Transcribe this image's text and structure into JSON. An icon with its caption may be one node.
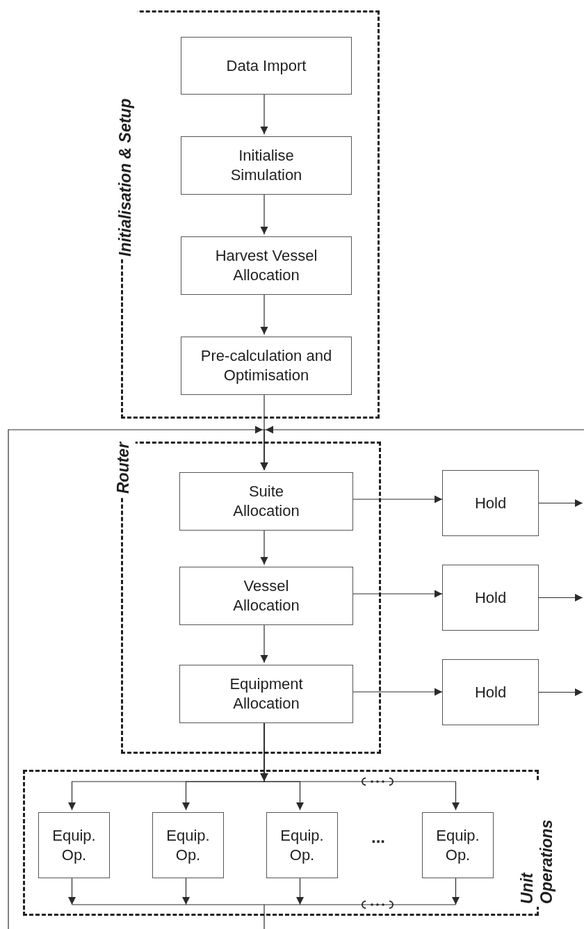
{
  "diagram": {
    "nodes": [
      {
        "text": [
          "Initialisation & Setup"
        ]
      },
      {
        "text": [
          "Data Import"
        ],
        "in": 0
      },
      {
        "text": [
          "Initialise Simulation"
        ],
        "in": 0
      },
      {
        "text": [
          "Harvest Vessel Allocation"
        ],
        "in": 0
      },
      {
        "text": [
          "Pre-calculation and Optimisation"
        ],
        "in": 0
      },
      {
        "text": [
          "Router"
        ]
      },
      {
        "text": [
          "Suite Allocation"
        ],
        "in": 5
      },
      {
        "text": [
          "Vessel Allocation"
        ],
        "in": 5
      },
      {
        "text": [
          "Equipment Allocation"
        ],
        "in": 5
      },
      {
        "text": [
          "Hold"
        ]
      },
      {
        "text": [
          "Hold"
        ]
      },
      {
        "text": [
          "Hold"
        ]
      },
      {
        "text": [
          "Unit Operations"
        ]
      },
      {
        "text": [
          "Equip. Op."
        ],
        "in": 12
      },
      {
        "text": [
          "Equip. Op."
        ],
        "in": 12
      },
      {
        "text": [
          "Equip. Op."
        ],
        "in": 12
      },
      {
        "text": [
          "Equip. Op."
        ],
        "in": 12
      }
    ],
    "edges": [
      {
        "from": 1,
        "to": 2,
        "arrow": "to"
      },
      {
        "from": 2,
        "to": 3,
        "arrow": "to"
      },
      {
        "from": 3,
        "to": 4,
        "arrow": "to"
      },
      {
        "from": 4,
        "to": 6,
        "arrow": "to"
      },
      {
        "from": null,
        "to": 6,
        "arrow": "to"
      },
      {
        "from": null,
        "to": 6,
        "arrow": "to"
      },
      {
        "from": 6,
        "to": 7,
        "arrow": "to"
      },
      {
        "from": 7,
        "to": 8,
        "arrow": "to"
      },
      {
        "from": 6,
        "to": 9,
        "arrow": "to"
      },
      {
        "from": 7,
        "to": 10,
        "arrow": "to"
      },
      {
        "from": 8,
        "to": 11,
        "arrow": "to"
      },
      {
        "from": 9,
        "to": null,
        "arrow": "to"
      },
      {
        "from": 10,
        "to": null,
        "arrow": "to"
      },
      {
        "from": 11,
        "to": null,
        "arrow": "to"
      },
      {
        "from": 8,
        "to": 13,
        "arrow": "to"
      },
      {
        "from": 8,
        "to": 14,
        "arrow": "to"
      },
      {
        "from": 8,
        "to": 15,
        "arrow": "to"
      },
      {
        "from": 8,
        "to": 16,
        "arrow": "to"
      },
      {
        "from": 13,
        "to": null,
        "arrow": "to"
      },
      {
        "from": 14,
        "to": null,
        "arrow": "to"
      },
      {
        "from": 15,
        "to": null,
        "arrow": "to"
      },
      {
        "from": 16,
        "to": null,
        "arrow": "to"
      }
    ],
    "labels": [
      "..."
    ]
  }
}
